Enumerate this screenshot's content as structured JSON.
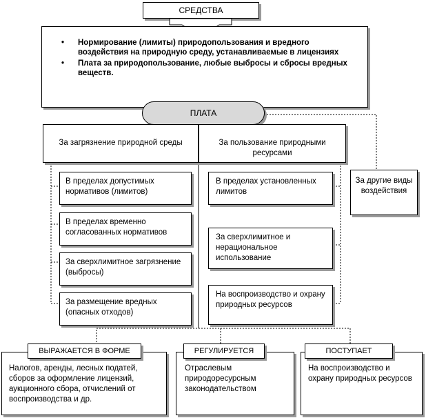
{
  "title": "СРЕДСТВА",
  "funds": [
    "Нормирование (лимиты) природопользования и вредного воздействия на природную среду, устанавливаемые в лицензиях",
    "Плата за природопользование, любые выбросы и сбросы вредных веществ."
  ],
  "bullet_symbol": "•",
  "payment": "ПЛАТА",
  "pollution": {
    "header": "За загрязнение природной среды",
    "items": [
      "В пределах допустимых нормативов (лимитов)",
      "В пределах временно согласованных нормативов",
      "За сверхлимитное загрязнение (выбросы)",
      "За размещение вредных (опасных отходов)"
    ]
  },
  "resources": {
    "header": "За пользование природными ресурсами",
    "items": [
      "В пределах установленных лимитов",
      "За сверхлимитное и нерациональное использование",
      "На воспроизводство и охрану природных ресурсов"
    ]
  },
  "other": "За другие виды воздействия",
  "bottom": [
    {
      "tag": "ВЫРАЖАЕТСЯ В ФОРМЕ",
      "text": "Налогов, аренды, лесных податей, сборов за оформление лицензий, аукционного сбора, отчислений от воспроизводства и др."
    },
    {
      "tag": "РЕГУЛИРУЕТСЯ",
      "text": "Отраслевым природоресурсным законодательством"
    },
    {
      "tag": "ПОСТУПАЕТ",
      "text": "На воспроизводство и охрану природных ресурсов"
    }
  ]
}
